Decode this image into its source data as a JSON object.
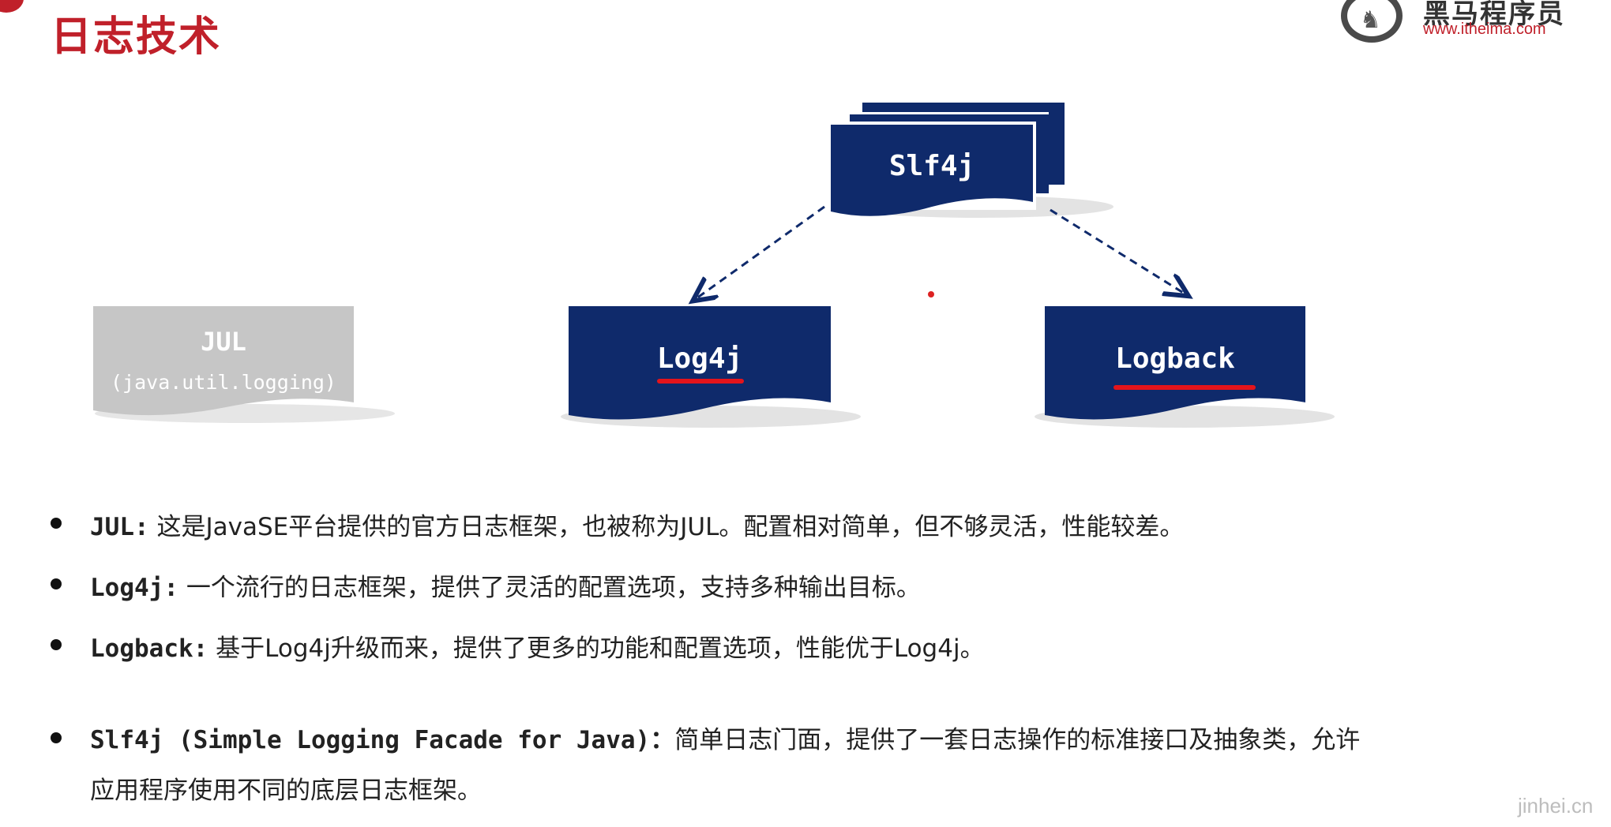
{
  "header": {
    "title": "日志技术",
    "logo_cn": "黑马程序员",
    "logo_url": "www.itheima.com"
  },
  "diagram": {
    "slf4j": "Slf4j",
    "jul_title": "JUL",
    "jul_sub": "(java.util.logging)",
    "log4j": "Log4j",
    "logback": "Logback",
    "colors": {
      "navy": "#0f2a6b",
      "grey": "#c6c6c6",
      "highlight": "#e4141b",
      "title_red": "#c0202a"
    }
  },
  "bullets": [
    {
      "term": "JUL:",
      "text": " 这是JavaSE平台提供的官方日志框架，也被称为JUL。配置相对简单，但不够灵活，性能较差。"
    },
    {
      "term": "Log4j:",
      "text": " 一个流行的日志框架，提供了灵活的配置选项，支持多种输出目标。"
    },
    {
      "term": "Logback:",
      "text": " 基于Log4j升级而来，提供了更多的功能和配置选项，性能优于Log4j。"
    },
    {
      "term": "Slf4j (Simple Logging Facade for Java)：",
      "text": "简单日志门面，提供了一套日志操作的标准接口及抽象类，允许",
      "text2": "应用程序使用不同的底层日志框架。"
    }
  ],
  "watermark": "jinhei.cn"
}
